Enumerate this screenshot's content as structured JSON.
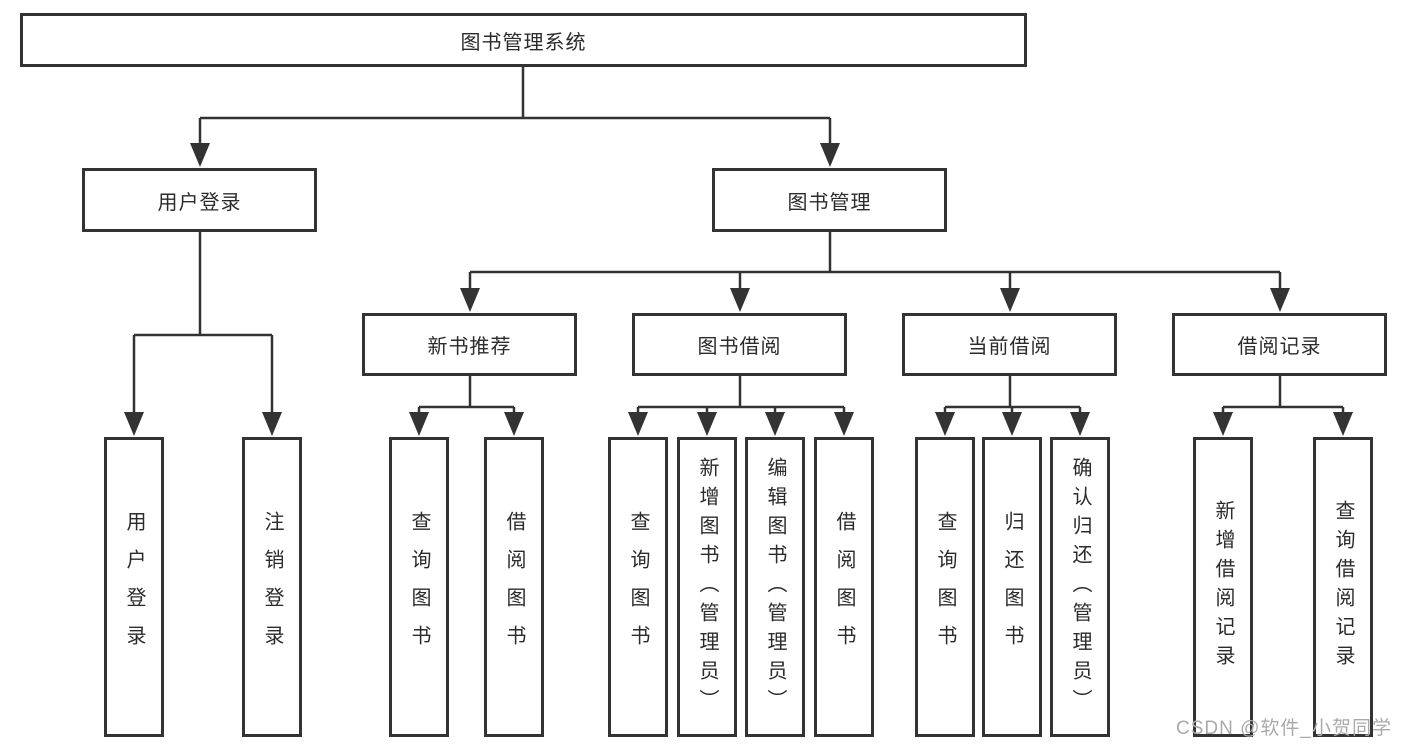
{
  "diagram": {
    "root": {
      "label": "图书管理系统"
    },
    "level2": [
      {
        "label": "用户登录"
      },
      {
        "label": "图书管理"
      }
    ],
    "level3": [
      {
        "label": "新书推荐"
      },
      {
        "label": "图书借阅"
      },
      {
        "label": "当前借阅"
      },
      {
        "label": "借阅记录"
      }
    ],
    "leaves": [
      {
        "label": "用户登录"
      },
      {
        "label": "注销登录"
      },
      {
        "label": "查询图书"
      },
      {
        "label": "借阅图书"
      },
      {
        "label": "查询图书"
      },
      {
        "label": "新增图书（管理员）"
      },
      {
        "label": "编辑图书（管理员）"
      },
      {
        "label": "借阅图书"
      },
      {
        "label": "查询图书"
      },
      {
        "label": "归还图书"
      },
      {
        "label": "确认归还（管理员）"
      },
      {
        "label": "新增借阅记录"
      },
      {
        "label": "查询借阅记录"
      }
    ],
    "watermark": "CSDN @软件_小贺同学",
    "colors": {
      "line": "#333333",
      "text": "#2b2b2b",
      "watermark": "#aaaaaa",
      "background": "#ffffff"
    }
  }
}
